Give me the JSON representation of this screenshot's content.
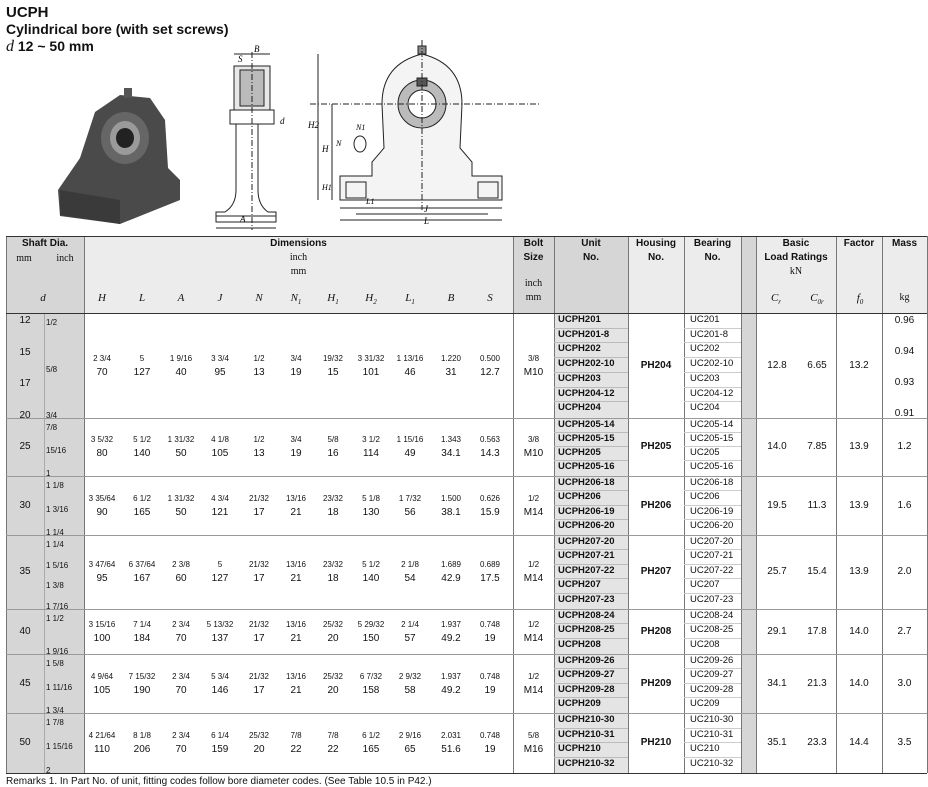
{
  "header": {
    "title": "UCPH",
    "subtitle": "Cylindrical bore (with set screws)",
    "range_sym": "d",
    "range": "12 ~ 50 mm"
  },
  "drawing": {
    "labels": {
      "B": "B",
      "S": "S",
      "H": "H",
      "H2": "H2",
      "H1": "H1",
      "N": "N",
      "N1": "N1",
      "L1": "L1",
      "J": "J",
      "L": "L",
      "A": "A",
      "d": "d"
    }
  },
  "table": {
    "col_shaft": "Shaft Dia.",
    "mm": "mm",
    "inch": "inch",
    "d": "d",
    "col_dims": "Dimensions",
    "dims_inch": "inch",
    "dims_mm": "mm",
    "dim_cols": [
      "H",
      "L",
      "A",
      "J",
      "N",
      "N1",
      "H1",
      "H2",
      "L1",
      "B",
      "S"
    ],
    "col_bolt": "Bolt",
    "col_bolt2": "Size",
    "bolt_inch": "inch",
    "bolt_mm": "mm",
    "col_unit": "Unit",
    "col_unit2": "No.",
    "col_housing": "Housing",
    "col_housing2": "No.",
    "col_bearing": "Bearing",
    "col_bearing2": "No.",
    "col_load": "Basic",
    "col_load2": "Load Ratings",
    "col_load3": "kN",
    "cr": "Cr",
    "cor": "C0r",
    "col_factor": "Factor",
    "f0": "f0",
    "col_mass": "Mass",
    "kg": "kg",
    "groups": [
      {
        "mm": [
          "12",
          "15",
          "17",
          "20"
        ],
        "inch": [
          "1/2",
          "5/8",
          "3/4"
        ],
        "inch_dims": [
          "2 3/4",
          "5",
          "1 9/16",
          "3 3/4",
          "1/2",
          "3/4",
          "19/32",
          "3 31/32",
          "1 13/16",
          "1.220",
          "0.500"
        ],
        "mm_dims": [
          "70",
          "127",
          "40",
          "95",
          "13",
          "19",
          "15",
          "101",
          "46",
          "31",
          "12.7"
        ],
        "bolt_inch": "3/8",
        "bolt_mm": "M10",
        "units": [
          "UCPH201",
          "UCPH201-8",
          "UCPH202",
          "UCPH202-10",
          "UCPH203",
          "UCPH204-12",
          "UCPH204"
        ],
        "housing": "PH204",
        "bearings": [
          "UC201",
          "UC201-8",
          "UC202",
          "UC202-10",
          "UC203",
          "UC204-12",
          "UC204"
        ],
        "cr": "12.8",
        "cor": "6.65",
        "f0": "13.2",
        "mass": [
          "0.96",
          "0.94",
          "0.93",
          "0.91"
        ]
      },
      {
        "mm": [
          "25"
        ],
        "inch": [
          "7/8",
          "15/16",
          "1"
        ],
        "inch_dims": [
          "3 5/32",
          "5 1/2",
          "1 31/32",
          "4 1/8",
          "1/2",
          "3/4",
          "5/8",
          "3 1/2",
          "1 15/16",
          "1.343",
          "0.563"
        ],
        "mm_dims": [
          "80",
          "140",
          "50",
          "105",
          "13",
          "19",
          "16",
          "114",
          "49",
          "34.1",
          "14.3"
        ],
        "bolt_inch": "3/8",
        "bolt_mm": "M10",
        "units": [
          "UCPH205-14",
          "UCPH205-15",
          "UCPH205",
          "UCPH205-16"
        ],
        "housing": "PH205",
        "bearings": [
          "UC205-14",
          "UC205-15",
          "UC205",
          "UC205-16"
        ],
        "cr": "14.0",
        "cor": "7.85",
        "f0": "13.9",
        "mass": [
          "1.2"
        ]
      },
      {
        "mm": [
          "30"
        ],
        "inch": [
          "1 1/8",
          "1 3/16",
          "1 1/4"
        ],
        "inch_dims": [
          "3 35/64",
          "6 1/2",
          "1 31/32",
          "4 3/4",
          "21/32",
          "13/16",
          "23/32",
          "5 1/8",
          "1 7/32",
          "1.500",
          "0.626"
        ],
        "mm_dims": [
          "90",
          "165",
          "50",
          "121",
          "17",
          "21",
          "18",
          "130",
          "56",
          "38.1",
          "15.9"
        ],
        "bolt_inch": "1/2",
        "bolt_mm": "M14",
        "units": [
          "UCPH206-18",
          "UCPH206",
          "UCPH206-19",
          "UCPH206-20"
        ],
        "housing": "PH206",
        "bearings": [
          "UC206-18",
          "UC206",
          "UC206-19",
          "UC206-20"
        ],
        "cr": "19.5",
        "cor": "11.3",
        "f0": "13.9",
        "mass": [
          "1.6"
        ]
      },
      {
        "mm": [
          "35"
        ],
        "inch": [
          "1 1/4",
          "1 5/16",
          "1 3/8",
          "1 7/16"
        ],
        "inch_dims": [
          "3 47/64",
          "6 37/64",
          "2 3/8",
          "5",
          "21/32",
          "13/16",
          "23/32",
          "5 1/2",
          "2 1/8",
          "1.689",
          "0.689"
        ],
        "mm_dims": [
          "95",
          "167",
          "60",
          "127",
          "17",
          "21",
          "18",
          "140",
          "54",
          "42.9",
          "17.5"
        ],
        "bolt_inch": "1/2",
        "bolt_mm": "M14",
        "units": [
          "UCPH207-20",
          "UCPH207-21",
          "UCPH207-22",
          "UCPH207",
          "UCPH207-23"
        ],
        "housing": "PH207",
        "bearings": [
          "UC207-20",
          "UC207-21",
          "UC207-22",
          "UC207",
          "UC207-23"
        ],
        "cr": "25.7",
        "cor": "15.4",
        "f0": "13.9",
        "mass": [
          "2.0"
        ]
      },
      {
        "mm": [
          "40"
        ],
        "inch": [
          "1 1/2",
          "1 9/16"
        ],
        "inch_dims": [
          "3 15/16",
          "7 1/4",
          "2 3/4",
          "5 13/32",
          "21/32",
          "13/16",
          "25/32",
          "5 29/32",
          "2 1/4",
          "1.937",
          "0.748"
        ],
        "mm_dims": [
          "100",
          "184",
          "70",
          "137",
          "17",
          "21",
          "20",
          "150",
          "57",
          "49.2",
          "19"
        ],
        "bolt_inch": "1/2",
        "bolt_mm": "M14",
        "units": [
          "UCPH208-24",
          "UCPH208-25",
          "UCPH208"
        ],
        "housing": "PH208",
        "bearings": [
          "UC208-24",
          "UC208-25",
          "UC208"
        ],
        "cr": "29.1",
        "cor": "17.8",
        "f0": "14.0",
        "mass": [
          "2.7"
        ]
      },
      {
        "mm": [
          "45"
        ],
        "inch": [
          "1 5/8",
          "1 11/16",
          "1 3/4"
        ],
        "inch_dims": [
          "4 9/64",
          "7 15/32",
          "2 3/4",
          "5 3/4",
          "21/32",
          "13/16",
          "25/32",
          "6 7/32",
          "2 9/32",
          "1.937",
          "0.748"
        ],
        "mm_dims": [
          "105",
          "190",
          "70",
          "146",
          "17",
          "21",
          "20",
          "158",
          "58",
          "49.2",
          "19"
        ],
        "bolt_inch": "1/2",
        "bolt_mm": "M14",
        "units": [
          "UCPH209-26",
          "UCPH209-27",
          "UCPH209-28",
          "UCPH209"
        ],
        "housing": "PH209",
        "bearings": [
          "UC209-26",
          "UC209-27",
          "UC209-28",
          "UC209"
        ],
        "cr": "34.1",
        "cor": "21.3",
        "f0": "14.0",
        "mass": [
          "3.0"
        ]
      },
      {
        "mm": [
          "50"
        ],
        "inch": [
          "1 7/8",
          "1 15/16",
          "2"
        ],
        "inch_dims": [
          "4 21/64",
          "8 1/8",
          "2 3/4",
          "6 1/4",
          "25/32",
          "7/8",
          "7/8",
          "6 1/2",
          "2 9/16",
          "2.031",
          "0.748"
        ],
        "mm_dims": [
          "110",
          "206",
          "70",
          "159",
          "20",
          "22",
          "22",
          "165",
          "65",
          "51.6",
          "19"
        ],
        "bolt_inch": "5/8",
        "bolt_mm": "M16",
        "units": [
          "UCPH210-30",
          "UCPH210-31",
          "UCPH210",
          "UCPH210-32"
        ],
        "housing": "PH210",
        "bearings": [
          "UC210-30",
          "UC210-31",
          "UC210",
          "UC210-32"
        ],
        "cr": "35.1",
        "cor": "23.3",
        "f0": "14.4",
        "mass": [
          "3.5"
        ]
      }
    ]
  },
  "remarks": "Remarks 1. In Part No. of unit, fitting codes follow bore diameter codes. (See Table 10.5 in P42.)"
}
